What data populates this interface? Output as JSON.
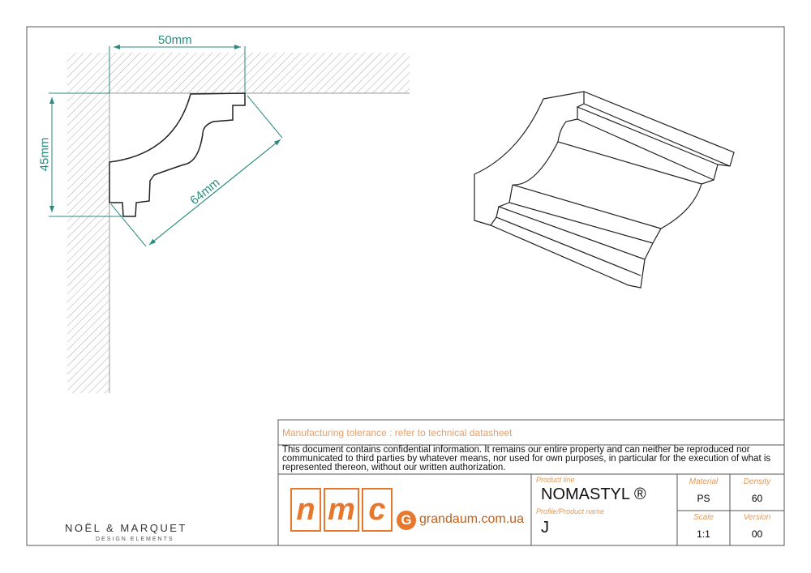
{
  "drawing": {
    "dim_width": "50mm",
    "dim_height": "45mm",
    "dim_diagonal": "64mm"
  },
  "brand": {
    "name": "NOËL & MARQUET",
    "tagline": "DESIGN ELEMENTS"
  },
  "title_block": {
    "tolerance": "Manufacturing tolerance : refer to technical datasheet",
    "confidential": "This document contains confidential information. It remains our entire property and can neither be reproduced nor communicated to third parties by whatever means, nor used for own purposes, in particular for the execution of what is represented thereon, without our written authorization.",
    "logo_letters": [
      "n",
      "m",
      "c"
    ],
    "website_icon": "G",
    "website": "grandaum.com.ua",
    "product_line_label": "Product line",
    "product_line": "NOMASTYL ®",
    "product_name_label": "Profile/Product name",
    "product_name": "J",
    "material_label": "Material",
    "material": "PS",
    "density_label": "Density",
    "density": "60",
    "scale_label": "Scale",
    "scale": "1:1",
    "version_label": "Version",
    "version": "00"
  },
  "colors": {
    "dimension": "#2a8a80",
    "orange": "#e8772e"
  }
}
